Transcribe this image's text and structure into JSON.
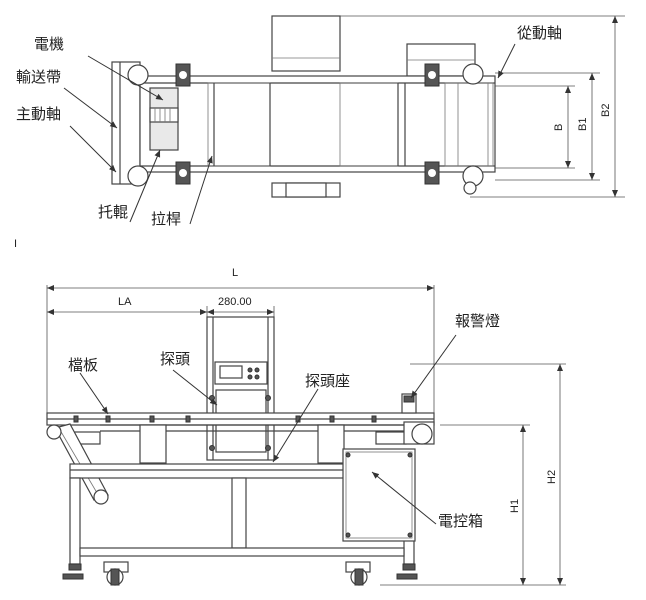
{
  "top_view": {
    "labels": {
      "motor": "電機",
      "conveyor_belt": "輸送帶",
      "drive_shaft": "主動軸",
      "idler_roller": "托輥",
      "tie_rod": "拉桿",
      "driven_shaft": "從動軸"
    },
    "dimensions": {
      "b": "B",
      "b1": "B1",
      "b2": "B2"
    },
    "section_mark": "I"
  },
  "side_view": {
    "labels": {
      "baffle": "檔板",
      "detector_head": "探頭",
      "detector_mount": "探頭座",
      "alarm_light": "報警燈",
      "control_box": "電控箱"
    },
    "dimensions": {
      "l": "L",
      "la": "LA",
      "head_width": "280.00",
      "h1": "H1",
      "h2": "H2"
    }
  }
}
